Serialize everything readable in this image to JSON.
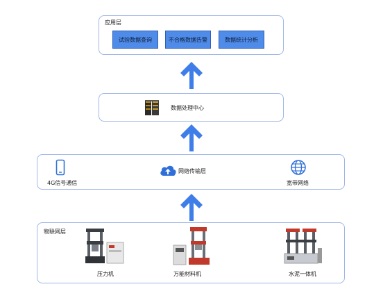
{
  "app_layer": {
    "title": "应用层",
    "buttons": [
      "试验数据查询",
      "不合格数据告警",
      "数据统计分析"
    ]
  },
  "data_center": {
    "label": "数据处理中心"
  },
  "network_layer": {
    "left_label": "4G信号通信",
    "center_label": "网络传输层",
    "right_label": "宽带网络"
  },
  "iot_layer": {
    "title": "物联网层",
    "machines": [
      "压力机",
      "万能材料机",
      "水泥一体机"
    ]
  },
  "colors": {
    "accent": "#4f8be8",
    "border": "#9fb6e6",
    "arrow": "#3f7ee8"
  },
  "icons": [
    "server-icon",
    "phone-icon",
    "cloud-upload-icon",
    "globe-icon",
    "up-arrow-icon"
  ]
}
